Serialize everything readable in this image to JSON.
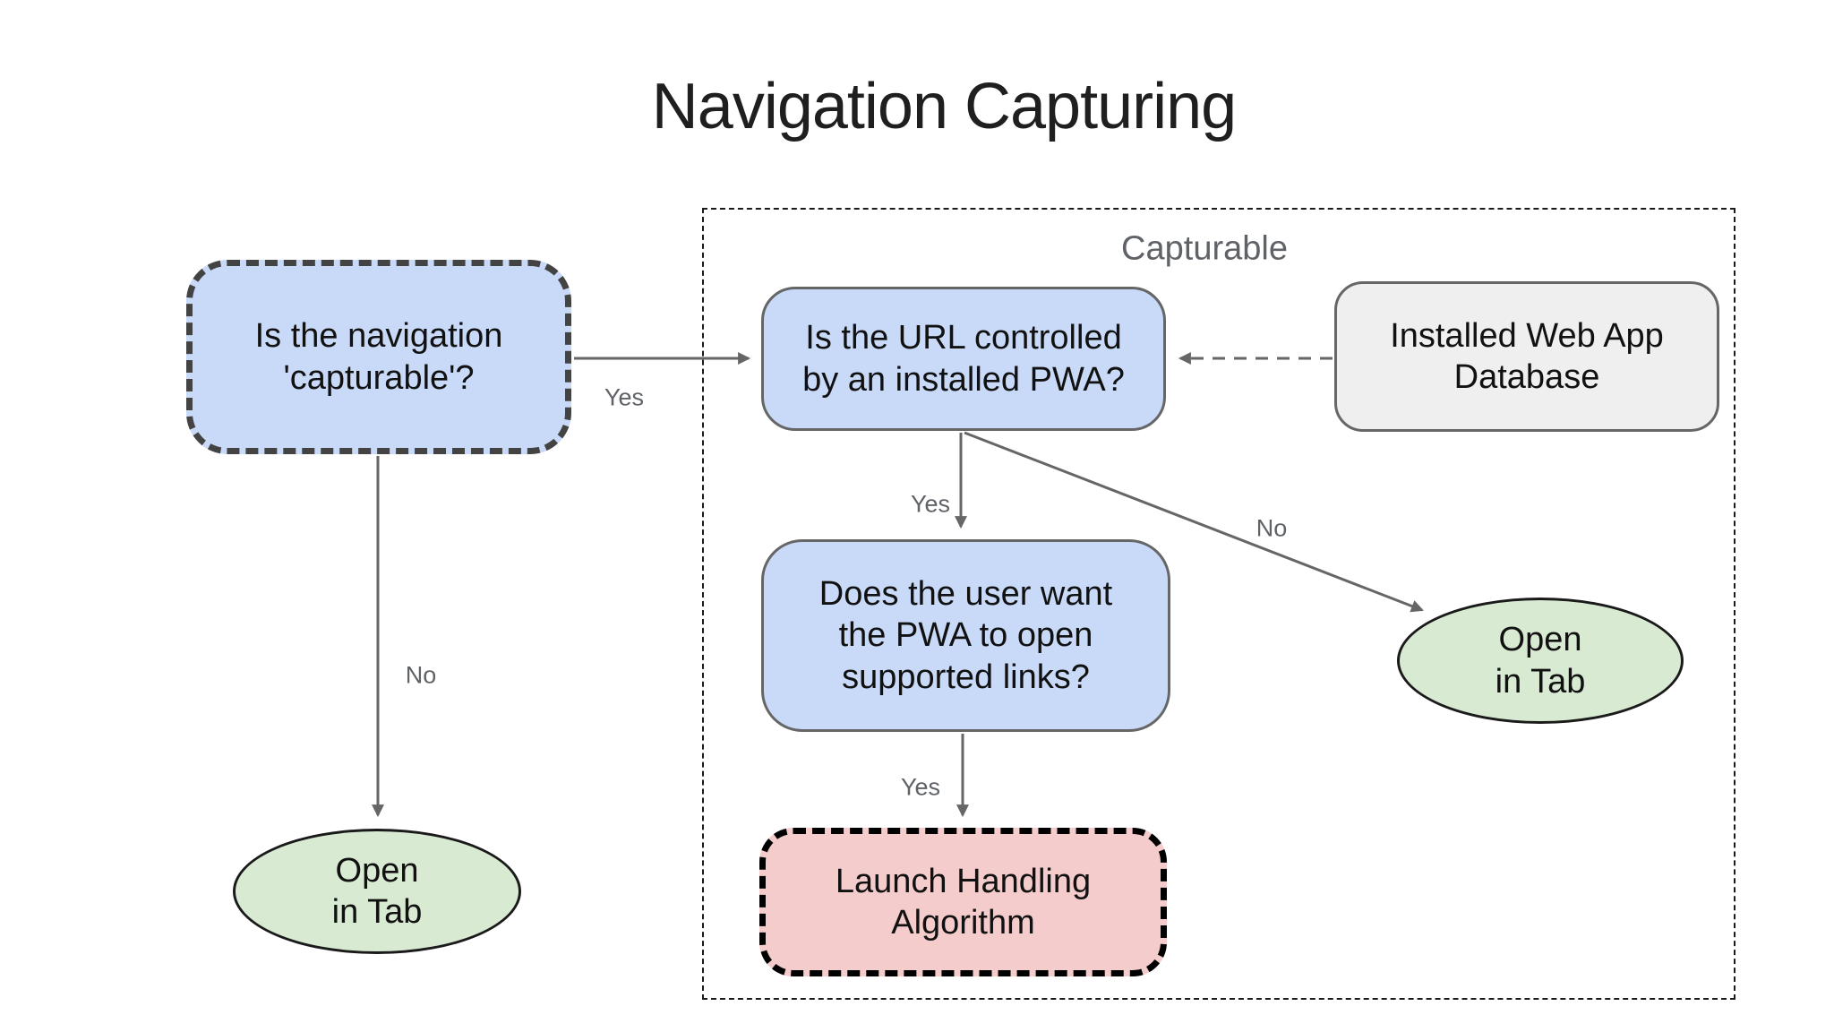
{
  "title": "Navigation Capturing",
  "group": {
    "label": "Capturable"
  },
  "nodes": {
    "nav_capturable": {
      "text": "Is the navigation\n'capturable'?",
      "shape": "rounded-rect",
      "fill": "#c9daf8",
      "border_style": "dashed"
    },
    "url_controlled": {
      "text": "Is the URL controlled\nby an installed PWA?",
      "shape": "rounded-rect",
      "fill": "#c9daf8",
      "border_style": "solid"
    },
    "installed_db": {
      "text": "Installed Web App\nDatabase",
      "shape": "rounded-rect",
      "fill": "#efefef",
      "border_style": "solid"
    },
    "user_want": {
      "text": "Does the user want\nthe PWA to open\nsupported links?",
      "shape": "rounded-rect",
      "fill": "#c9daf8",
      "border_style": "solid"
    },
    "launch_handling": {
      "text": "Launch Handling\nAlgorithm",
      "shape": "rounded-rect",
      "fill": "#f4cccc",
      "border_style": "dashed"
    },
    "open_tab_left": {
      "text": "Open\nin Tab",
      "shape": "ellipse",
      "fill": "#d9ead3",
      "border_style": "solid"
    },
    "open_tab_right": {
      "text": "Open\nin Tab",
      "shape": "ellipse",
      "fill": "#d9ead3",
      "border_style": "solid"
    }
  },
  "edges": [
    {
      "from": "nav_capturable",
      "to": "url_controlled",
      "label": "Yes",
      "style": "solid"
    },
    {
      "from": "nav_capturable",
      "to": "open_tab_left",
      "label": "No",
      "style": "solid"
    },
    {
      "from": "url_controlled",
      "to": "user_want",
      "label": "Yes",
      "style": "solid"
    },
    {
      "from": "url_controlled",
      "to": "open_tab_right",
      "label": "No",
      "style": "solid"
    },
    {
      "from": "user_want",
      "to": "launch_handling",
      "label": "Yes",
      "style": "solid"
    },
    {
      "from": "installed_db",
      "to": "url_controlled",
      "label": "",
      "style": "dashed"
    }
  ],
  "colors": {
    "decision_fill": "#c9daf8",
    "terminal_fill": "#d9ead3",
    "database_fill": "#efefef",
    "launch_fill": "#f4cccc",
    "solid_border": "#666666",
    "dashed_border_dark": "#434343",
    "launch_border": "#000000",
    "ellipse_border": "#1a1a1a",
    "group_border": "#1a1a1a",
    "group_label_color": "#5f6368",
    "edge_label": "#5f6368",
    "arrow": "#666666",
    "title_color": "#1f1f1f"
  }
}
